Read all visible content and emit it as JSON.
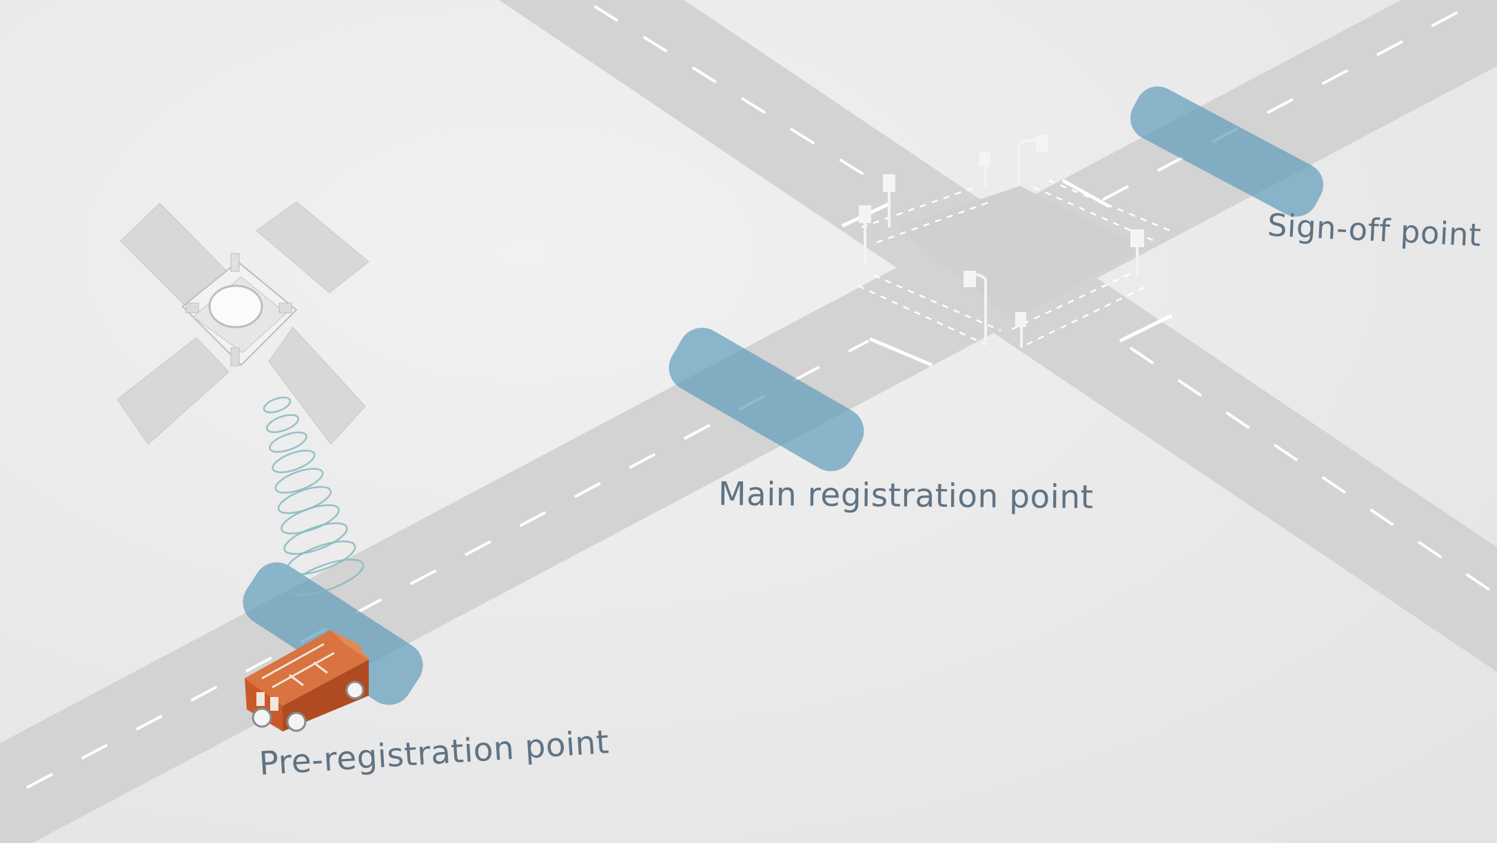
{
  "labels": {
    "pre_registration": "Pre-registration point",
    "main_registration": "Main registration point",
    "sign_off": "Sign-off point"
  },
  "colors": {
    "background": "#ececec",
    "road": "#d6d6d6",
    "lane_marking": "#ffffff",
    "zone": "#5c9ab8",
    "label_text": "#5f7384",
    "vehicle": "#c85a2a"
  },
  "icons": {
    "satellite": "satellite-icon",
    "signal_waves": "signal-waves-icon",
    "vehicle": "fire-truck-icon",
    "traffic_lights": "traffic-light-icon"
  }
}
